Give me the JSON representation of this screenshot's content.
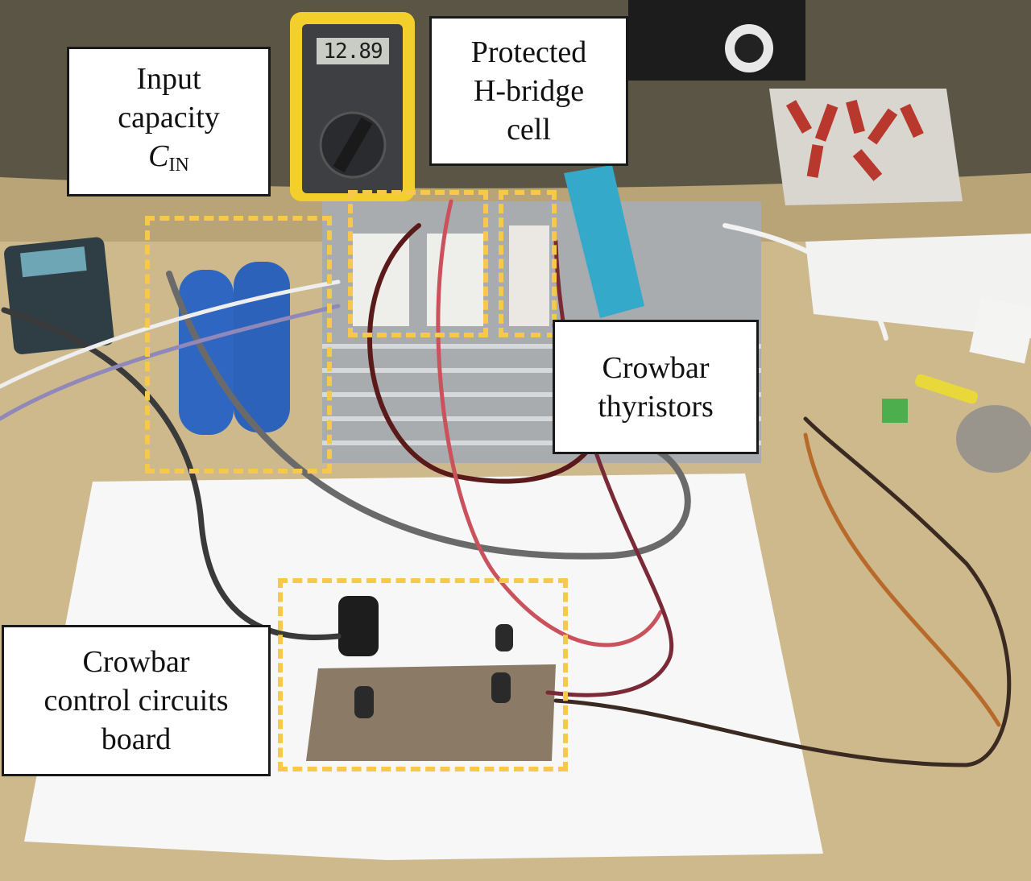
{
  "figure": {
    "description": "Laboratory test bench photo with annotated components",
    "annotations": {
      "input_capacity": {
        "lines": [
          "Input",
          "capacity"
        ],
        "symbol": "C",
        "subscript": "IN"
      },
      "h_bridge": {
        "lines": [
          "Protected",
          "H-bridge",
          "cell"
        ]
      },
      "crowbar_thyristors": {
        "lines": [
          "Crowbar",
          "thyristors"
        ]
      },
      "crowbar_control": {
        "lines": [
          "Crowbar",
          "control circuits",
          "board"
        ]
      }
    },
    "multimeter": {
      "reading": "12.89"
    },
    "colors": {
      "callout_dash": "#f7c94a",
      "label_border": "#1a1a1a",
      "label_fill": "#ffffff",
      "bench": "#c9b488"
    }
  }
}
